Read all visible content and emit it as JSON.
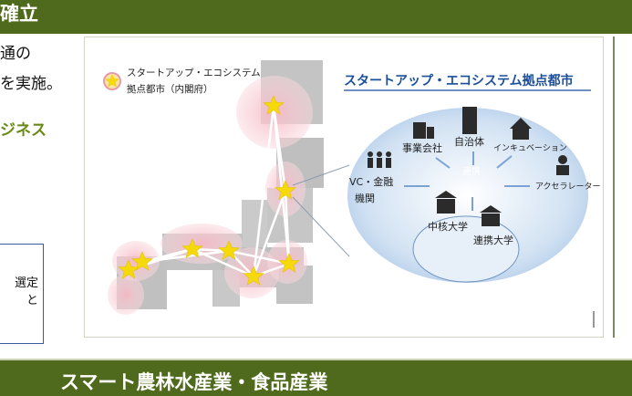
{
  "header": {
    "title_fragment": "確立"
  },
  "left_text": {
    "line1": "通の",
    "line2": "を実施。",
    "green_line": "ジネス",
    "box_line1": "選定",
    "box_line2": "と"
  },
  "legend": {
    "line1": "スタートアップ・エコシステム",
    "line2": "拠点都市（内閣府）"
  },
  "diagram": {
    "title": "スタートアップ・エコシステム拠点都市",
    "nodes": {
      "business": "事業会社",
      "municipality": "自治体",
      "incubation": "インキュベーション",
      "vc1": "VC・金融",
      "vc2": "機関",
      "center": "連携",
      "accelerator": "アクセラレーター",
      "core_univ": "中核大学",
      "partner_univ": "連携大学"
    }
  },
  "footer": {
    "title": "スマート農林水産業・食品産業"
  },
  "colors": {
    "header_green": "#4f6a1c",
    "accent_green": "#6a8a18",
    "star": "#f5d90a",
    "ellipse_blue": "#a9c6e6",
    "title_blue": "#1b4f9c"
  }
}
